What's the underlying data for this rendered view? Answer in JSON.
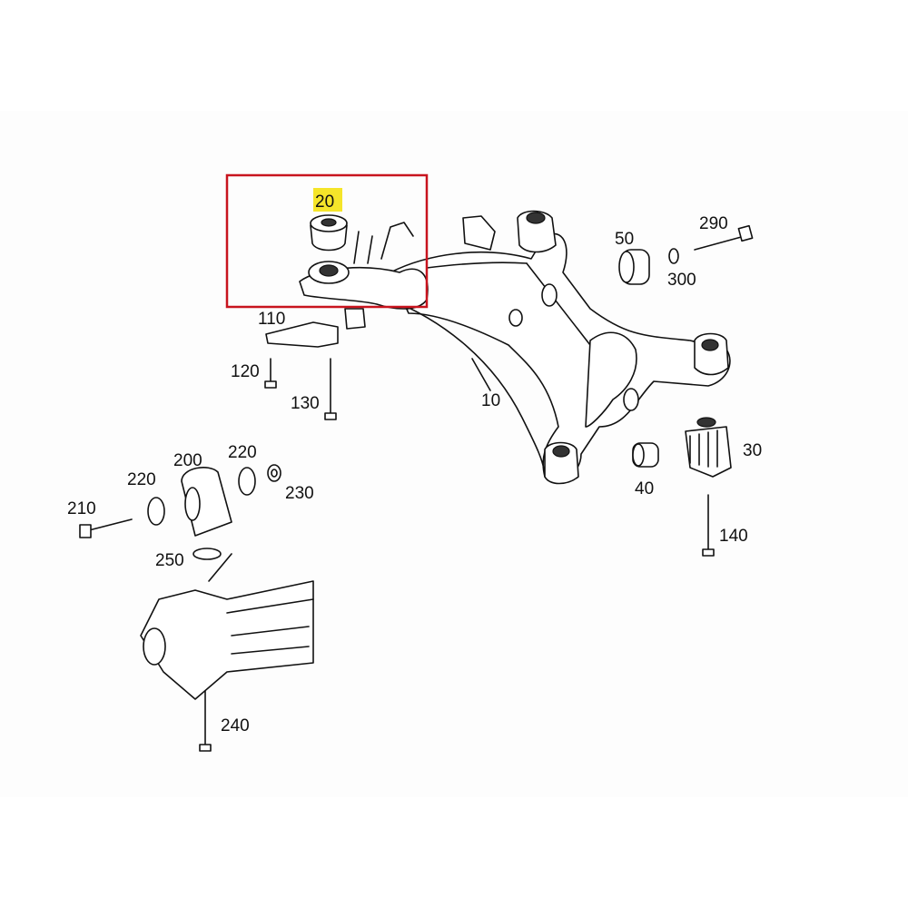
{
  "diagram": {
    "highlight_color": "#f5e52a",
    "frame_color": "#c8141e",
    "highlighted_part": "20",
    "callouts": {
      "p10": "10",
      "p20": "20",
      "p30": "30",
      "p40": "40",
      "p50": "50",
      "p110": "110",
      "p120": "120",
      "p130": "130",
      "p140": "140",
      "p200": "200",
      "p210": "210",
      "p220a": "220",
      "p220b": "220",
      "p230": "230",
      "p240": "240",
      "p250": "250",
      "p290": "290",
      "p300": "300"
    }
  }
}
